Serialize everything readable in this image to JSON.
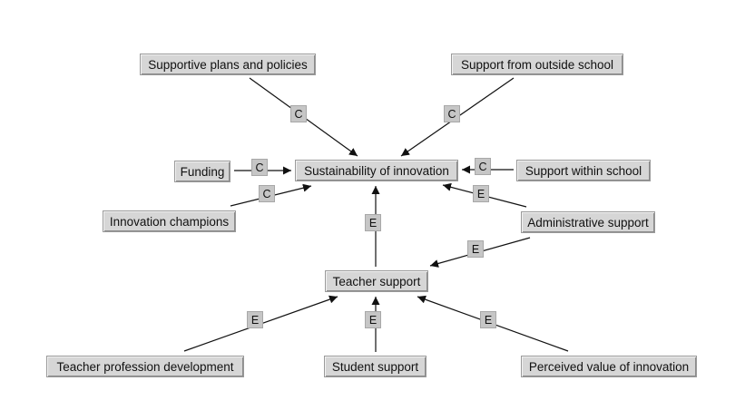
{
  "nodes": {
    "sustainability": "Sustainability of innovation",
    "plans": "Supportive plans and policies",
    "outside": "Support from outside school",
    "funding": "Funding",
    "within": "Support within school",
    "champions": "Innovation champions",
    "admin": "Administrative support",
    "teacher": "Teacher support",
    "profdev": "Teacher profession development",
    "student": "Student support",
    "perceived": "Perceived value of innovation"
  },
  "edges": [
    {
      "from": "plans",
      "to": "sustainability",
      "label": "C"
    },
    {
      "from": "outside",
      "to": "sustainability",
      "label": "C"
    },
    {
      "from": "funding",
      "to": "sustainability",
      "label": "C"
    },
    {
      "from": "within",
      "to": "sustainability",
      "label": "C"
    },
    {
      "from": "champions",
      "to": "sustainability",
      "label": "C"
    },
    {
      "from": "admin",
      "to": "sustainability",
      "label": "E"
    },
    {
      "from": "teacher",
      "to": "sustainability",
      "label": "E"
    },
    {
      "from": "admin",
      "to": "teacher",
      "label": "E"
    },
    {
      "from": "profdev",
      "to": "teacher",
      "label": "E"
    },
    {
      "from": "student",
      "to": "teacher",
      "label": "E"
    },
    {
      "from": "perceived",
      "to": "teacher",
      "label": "E"
    }
  ]
}
